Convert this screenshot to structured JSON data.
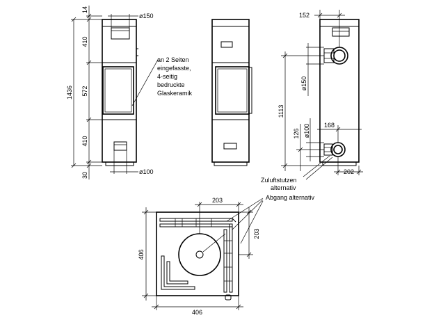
{
  "front_view": {
    "dim_top": "14",
    "dim_upper": "410",
    "dim_middle": "572",
    "dim_lower": "410",
    "dim_base": "30",
    "dim_total": "1436",
    "dia_top": "ø150",
    "dia_bottom": "ø100"
  },
  "glass_note": {
    "line1": "an 2 Seiten",
    "line2": "eingefasste,",
    "line3": "4-seitig",
    "line4": "bedruckte",
    "line5": "Glaskeramik"
  },
  "back_view": {
    "dim_top_offset": "152",
    "dia_flue": "ø150",
    "dim_flue_height": "1113",
    "dim_inlet_height": "126",
    "dia_inlet": "ø100",
    "dim_inlet_offset": "168",
    "dim_depth": "202",
    "inlet_note_line1": "Zuluftstutzen",
    "inlet_note_line2": "alternativ"
  },
  "top_view": {
    "dim_offset_top": "203",
    "dim_offset_side": "203",
    "dim_depth": "406",
    "dim_width": "406",
    "outlet_note": "Abgang alternativ"
  }
}
